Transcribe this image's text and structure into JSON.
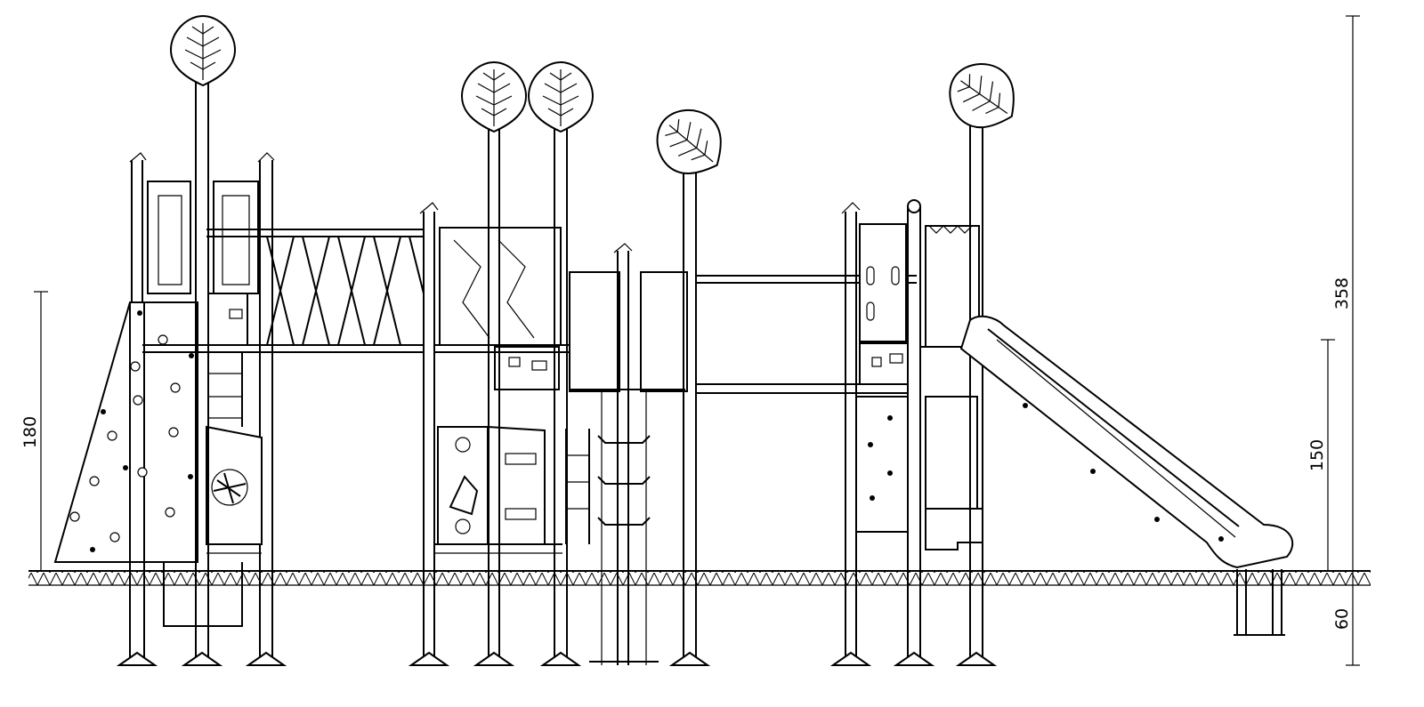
{
  "dimensions": {
    "total_height": "358",
    "platform_height_left": "180",
    "slide_platform_height": "150",
    "foundation_depth": "60"
  },
  "colors": {
    "line": "#000000",
    "background": "#ffffff"
  }
}
